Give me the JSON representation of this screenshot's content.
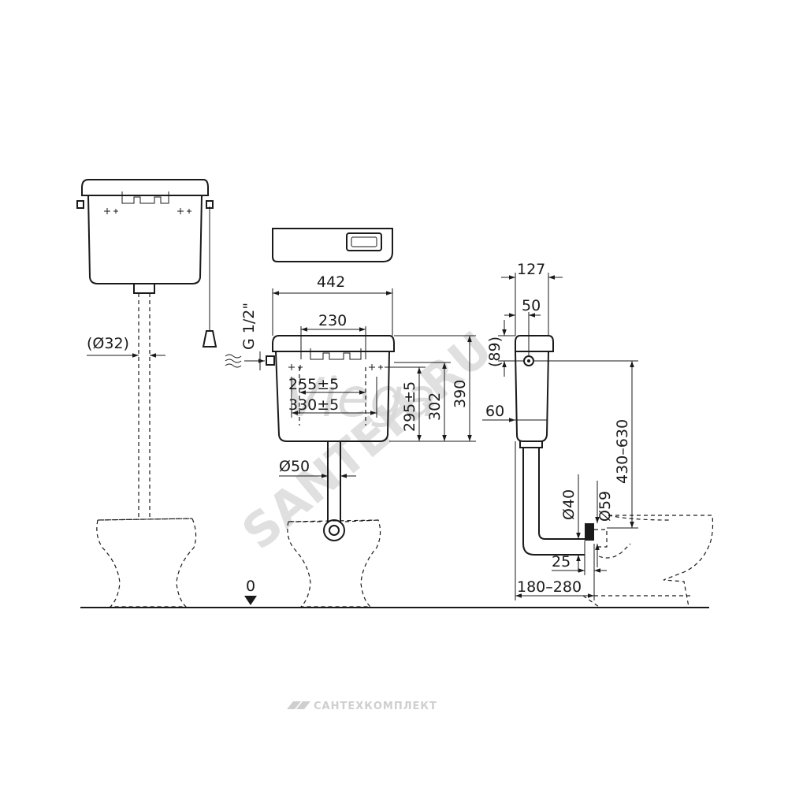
{
  "dimensions": {
    "pipe_32": "(Ø32)",
    "inlet_thread": "G 1/2\"",
    "width_442": "442",
    "spacing_230": "230",
    "spacing_255": "255±5",
    "spacing_330": "330±5",
    "height_295": "295±5",
    "height_302": "302",
    "height_390": "390",
    "pipe_50": "Ø50",
    "depth_127": "127",
    "depth_50": "50",
    "inlet_89": "(89)",
    "offset_60": "60",
    "height_430_630": "430–630",
    "pipe_40": "Ø40",
    "pipe_59": "Ø59",
    "offset_25": "25",
    "range_180_280": "180–280",
    "floor_zero": "0"
  },
  "watermarks": {
    "brand_logo": "Viega",
    "site": "SANTEH.RU",
    "company": "САНТЕХКОМПЛЕКТ"
  }
}
